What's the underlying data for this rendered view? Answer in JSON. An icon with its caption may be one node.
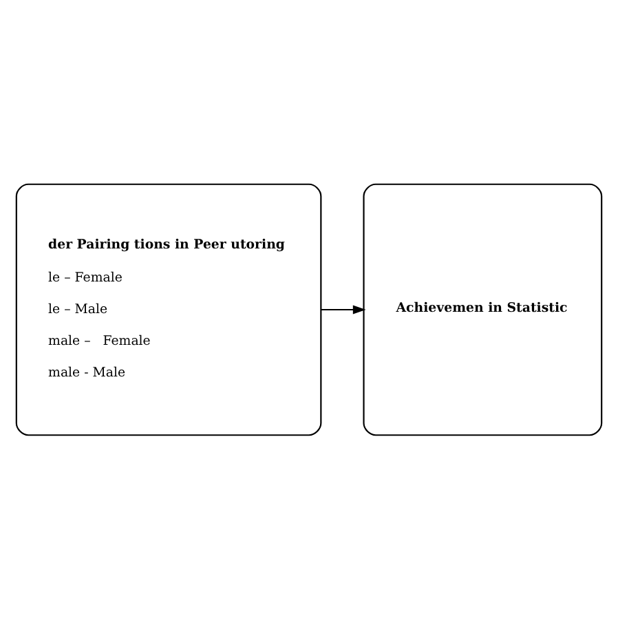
{
  "diagram": {
    "nodes": [
      {
        "text": [
          "der Pairing tions in Peer utoring",
          "le – Female",
          "le – Male",
          "male –   Female",
          "male - Male"
        ]
      },
      {
        "text": [
          "Achievemen in Statistic"
        ]
      }
    ],
    "edges": [
      {
        "from": 0,
        "to": 1,
        "arrow": "to"
      }
    ]
  }
}
